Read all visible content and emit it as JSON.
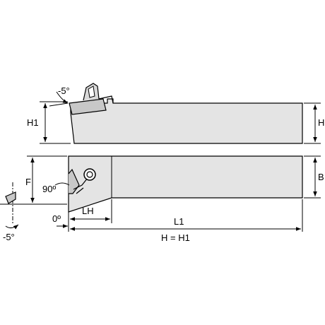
{
  "labels": {
    "angle_top": "-5°",
    "h1": "H1",
    "h": "H",
    "f": "F",
    "b": "B",
    "angle_90": "90º",
    "angle_0": "0º",
    "lh": "LH",
    "l1": "L1",
    "h_eq_h1": "H = H1",
    "angle_bottom": "-5°"
  },
  "colors": {
    "body": "#e4e4e4",
    "outline": "#000000",
    "insert": "#c8c8c8"
  }
}
